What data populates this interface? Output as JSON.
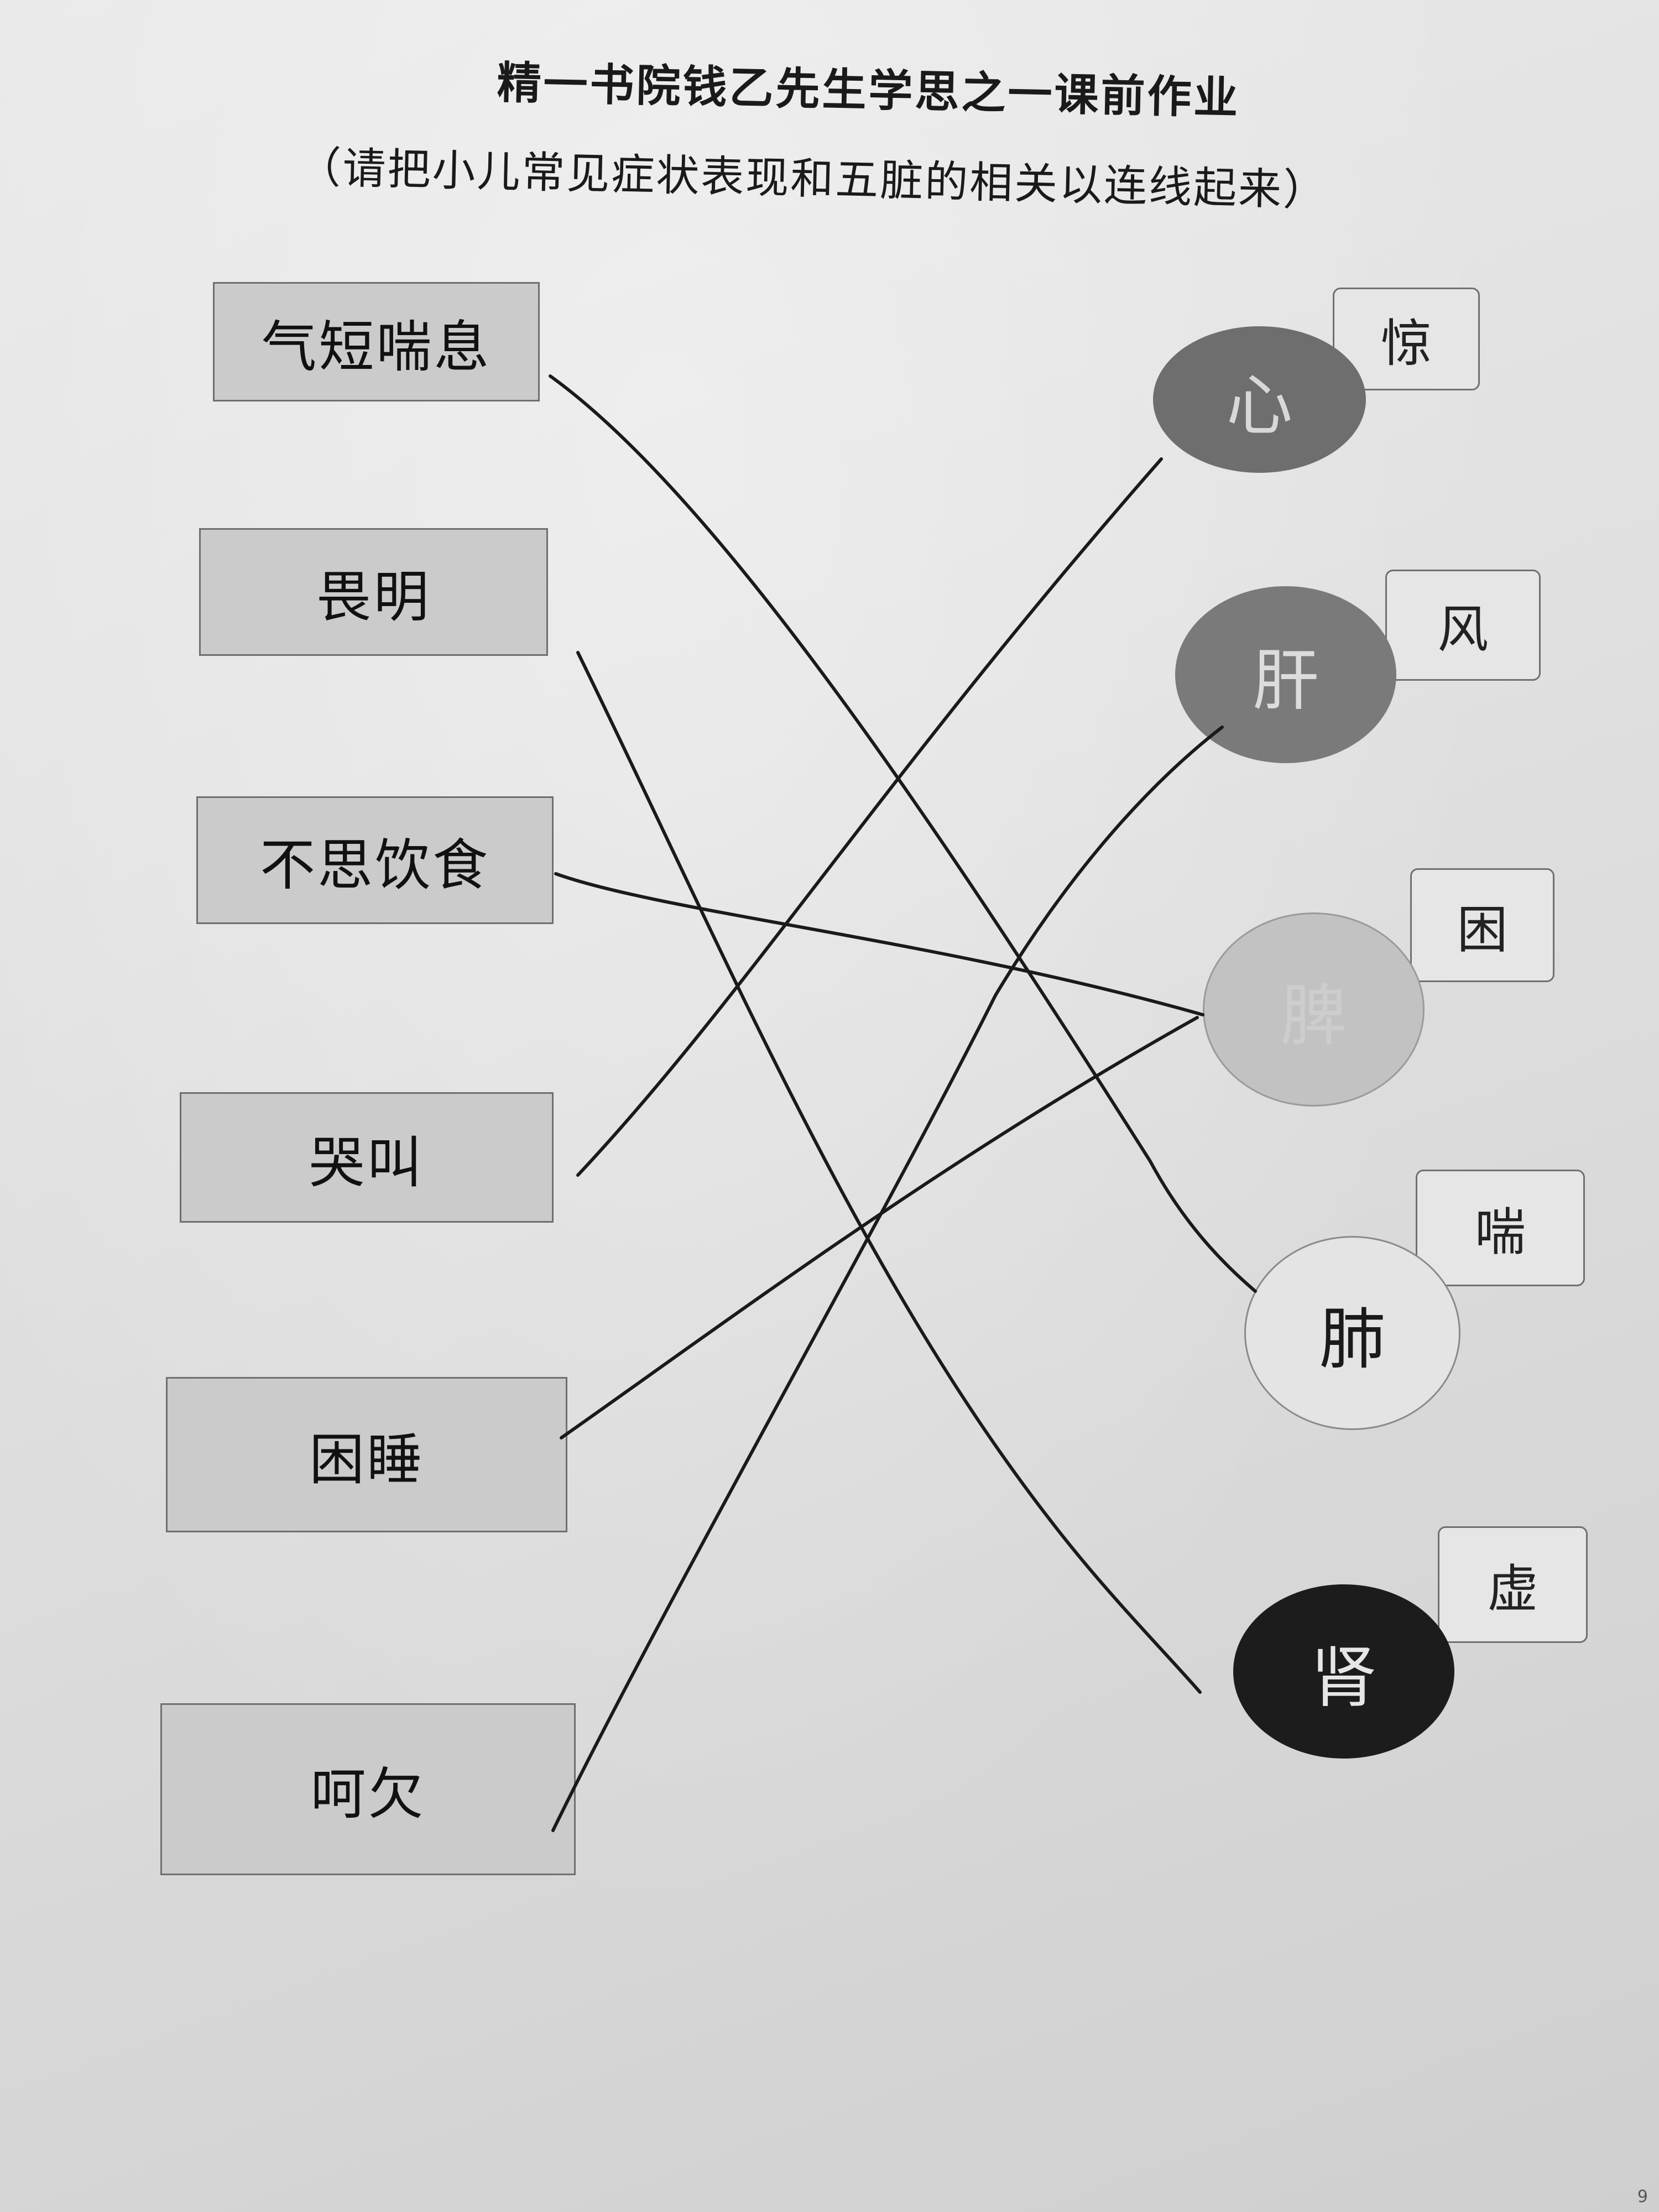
{
  "title": "精一书院钱乙先生学思之一课前作业",
  "subtitle": "（请把小儿常见症状表现和五脏的相关以连线起来）",
  "symptoms": [
    "气短喘息",
    "畏明",
    "不思饮食",
    "哭叫",
    "困睡",
    "呵欠"
  ],
  "organs": [
    {
      "name": "心",
      "tag": "惊",
      "fill": "#6e6e6e",
      "text_color": "#d8d8d8"
    },
    {
      "name": "肝",
      "tag": "风",
      "fill": "#7a7a7a",
      "text_color": "#dcdcdc"
    },
    {
      "name": "脾",
      "tag": "困",
      "fill": "#c2c2c2",
      "text_color": "#cdcdcd"
    },
    {
      "name": "肺",
      "tag": "喘",
      "fill": "#e4e4e4",
      "text_color": "#1a1a1a"
    },
    {
      "name": "肾",
      "tag": "虚",
      "fill": "#1c1c1c",
      "text_color": "#e6e6e6"
    }
  ],
  "connections": [
    {
      "symptom": "气短喘息",
      "organ": "肺"
    },
    {
      "symptom": "畏明",
      "organ": "肾"
    },
    {
      "symptom": "不思饮食",
      "organ": "脾"
    },
    {
      "symptom": "哭叫",
      "organ": "心"
    },
    {
      "symptom": "困睡",
      "organ": "脾"
    },
    {
      "symptom": "呵欠",
      "organ": "肝"
    }
  ],
  "footer": "9"
}
